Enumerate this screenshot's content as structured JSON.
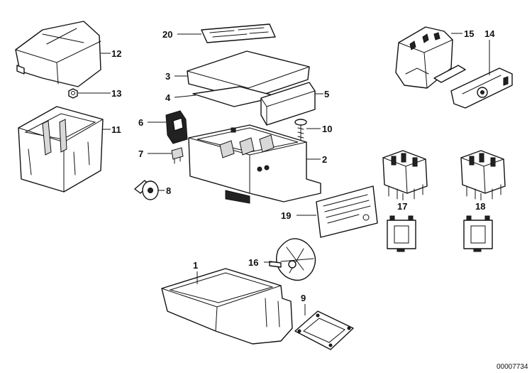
{
  "diagram": {
    "part_numbers": {
      "p1": "1",
      "p2": "2",
      "p3": "3",
      "p4": "4",
      "p5": "5",
      "p6": "6",
      "p7": "7",
      "p8": "8",
      "p9": "9",
      "p10": "10",
      "p11": "11",
      "p12": "12",
      "p13": "13",
      "p14": "14",
      "p15": "15",
      "p16": "16",
      "p17": "17",
      "p18": "18",
      "p19": "19",
      "p20": "20"
    },
    "reference_code": "00007734"
  }
}
